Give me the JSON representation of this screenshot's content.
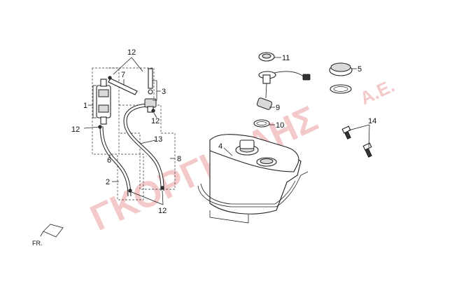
{
  "callouts": {
    "c1": "1",
    "c2": "2",
    "c3": "3",
    "c4": "4",
    "c5": "5",
    "c6": "6",
    "c7": "7",
    "c8": "8",
    "c9": "9",
    "c10": "10",
    "c11": "11",
    "c12a": "12",
    "c12b": "12",
    "c12c": "12",
    "c12d": "12",
    "c13": "13",
    "c14": "14"
  },
  "direction_label": "FR.",
  "watermark": {
    "main": "ΓΚΟΡΓΚΟΛΗΣ",
    "suffix": "Α.Ε."
  },
  "colors": {
    "watermark": "#e8898a",
    "lines": "#222222"
  }
}
